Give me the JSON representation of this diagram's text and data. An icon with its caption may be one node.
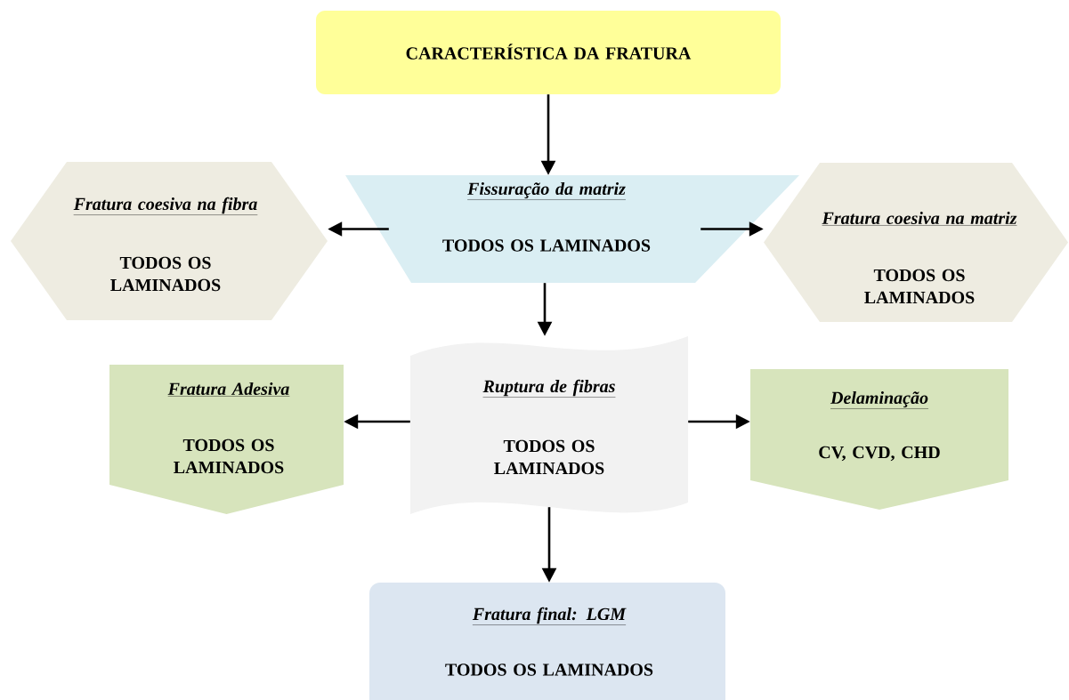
{
  "diagram": {
    "nodes": [
      {
        "text": [
          "CARACTERÍSTICA DA FRATURA"
        ]
      },
      {
        "text": [
          "Fratura coesiva na fibra",
          "TODOS OS LAMINADOS"
        ]
      },
      {
        "text": [
          "Fissuração da matriz",
          "TODOS OS LAMINADOS"
        ]
      },
      {
        "text": [
          "Fratura coesiva na matriz",
          "TODOS OS LAMINADOS"
        ]
      },
      {
        "text": [
          "Fratura Adesiva",
          "TODOS OS LAMINADOS"
        ]
      },
      {
        "text": [
          "Ruptura de fibras",
          "TODOS OS LAMINADOS"
        ]
      },
      {
        "text": [
          "Delaminação",
          "CV, CVD, CHD"
        ]
      },
      {
        "text": [
          "Fratura final: LGM",
          "TODOS OS LAMINADOS"
        ]
      }
    ],
    "edges": [
      {
        "from": 0,
        "to": 2,
        "arrow": "to"
      },
      {
        "from": 2,
        "to": 1,
        "arrow": "to"
      },
      {
        "from": 2,
        "to": 3,
        "arrow": "to"
      },
      {
        "from": 2,
        "to": 5,
        "arrow": "to"
      },
      {
        "from": 5,
        "to": 4,
        "arrow": "to"
      },
      {
        "from": 5,
        "to": 6,
        "arrow": "to"
      },
      {
        "from": 5,
        "to": 7,
        "arrow": "to"
      }
    ]
  }
}
